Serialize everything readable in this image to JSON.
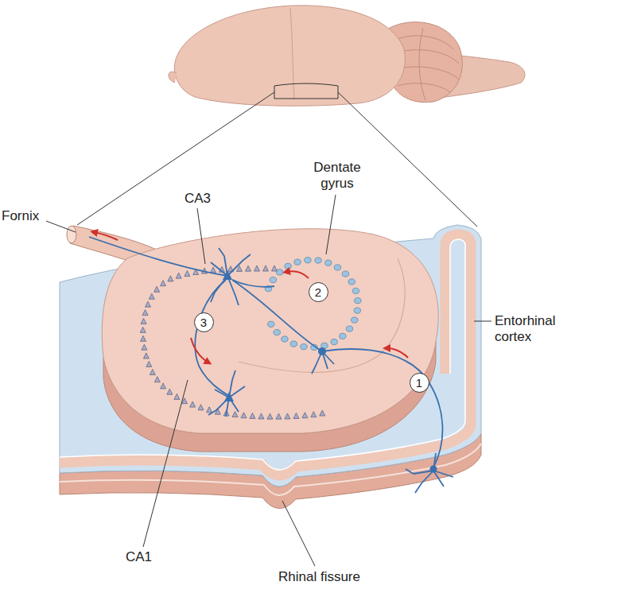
{
  "diagram": {
    "nodes": [
      {
        "text": [
          "1"
        ]
      },
      {
        "text": [
          "2"
        ]
      },
      {
        "text": [
          "3"
        ]
      }
    ],
    "labels": [
      "Fornix",
      "CA3",
      "Dentate gyrus",
      "Entorhinal cortex",
      "CA1",
      "Rhinal fissure"
    ]
  }
}
